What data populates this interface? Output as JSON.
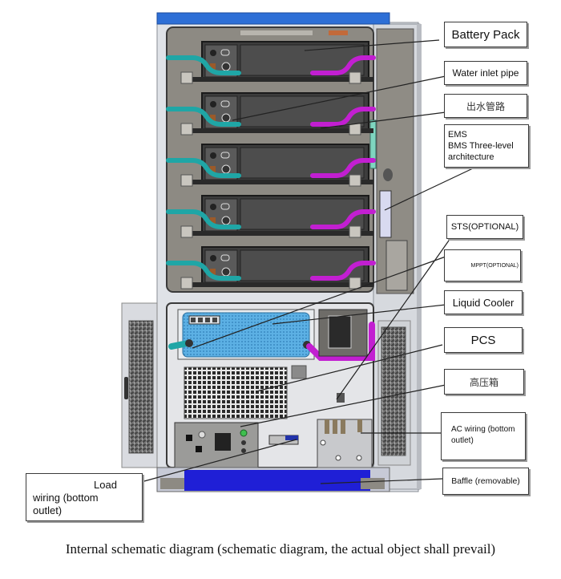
{
  "diagram": {
    "title": "Internal schematic diagram",
    "colors": {
      "roof": "#2e6fd6",
      "cabinet_frame": "#d3d6dc",
      "interior": "#8d8a83",
      "battery_body": "#4d4d4d",
      "inlet_pipe": "#1fa6a6",
      "outlet_pipe": "#c21fd1",
      "cooler": "#4fa6de",
      "baffle": "#1f1fd6"
    },
    "battery_pack_count": 5,
    "labels": [
      {
        "id": "battery-pack",
        "text": "Battery Pack"
      },
      {
        "id": "water-inlet-pipe",
        "text": "Water inlet pipe"
      },
      {
        "id": "water-outlet-pipe",
        "text": "出水管路"
      },
      {
        "id": "ems-bms",
        "lines": [
          "EMS",
          "BMS Three-level",
          "architecture"
        ]
      },
      {
        "id": "sts",
        "text": "STS(OPTIONAL)"
      },
      {
        "id": "mppt",
        "text": "MPPT(OPTIONAL)"
      },
      {
        "id": "liquid-cooler",
        "text": "Liquid Cooler"
      },
      {
        "id": "pcs",
        "text": "PCS"
      },
      {
        "id": "high-voltage-box",
        "text": "高压箱"
      },
      {
        "id": "ac-wiring",
        "lines": [
          "AC wiring (bottom",
          "outlet)"
        ]
      },
      {
        "id": "baffle",
        "text": "Baffle (removable)"
      },
      {
        "id": "load-wiring",
        "lines": [
          "Load",
          "wiring (bottom",
          "outlet)"
        ]
      }
    ],
    "caption": "Internal schematic diagram (schematic diagram, the actual object shall prevail)"
  }
}
